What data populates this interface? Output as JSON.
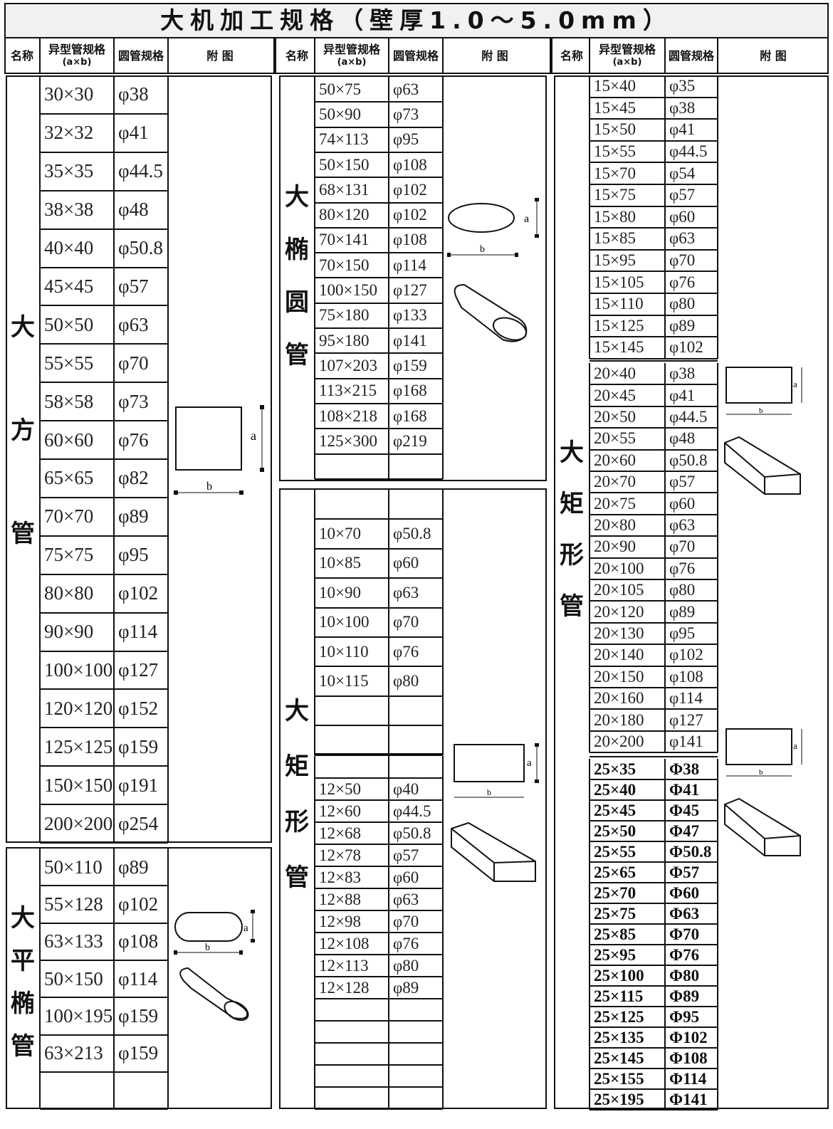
{
  "title": "大机加工规格（壁厚1.0～5.0mm）",
  "headers": {
    "name": "名称",
    "spec": "异型管规格",
    "spec_sub": "(a×b)",
    "round": "圆管规格",
    "figure": "附 图"
  },
  "figure_labels": {
    "a": "a",
    "b": "b"
  },
  "sections": {
    "big_square": {
      "name": "大方管",
      "rows": [
        [
          "30×30",
          "φ38"
        ],
        [
          "32×32",
          "φ41"
        ],
        [
          "35×35",
          "φ44.5"
        ],
        [
          "38×38",
          "φ48"
        ],
        [
          "40×40",
          "φ50.8"
        ],
        [
          "45×45",
          "φ57"
        ],
        [
          "50×50",
          "φ63"
        ],
        [
          "55×55",
          "φ70"
        ],
        [
          "58×58",
          "φ73"
        ],
        [
          "60×60",
          "φ76"
        ],
        [
          "65×65",
          "φ82"
        ],
        [
          "70×70",
          "φ89"
        ],
        [
          "75×75",
          "φ95"
        ],
        [
          "80×80",
          "φ102"
        ],
        [
          "90×90",
          "φ114"
        ],
        [
          "100×100",
          "φ127"
        ],
        [
          "120×120",
          "φ152"
        ],
        [
          "125×125",
          "φ159"
        ],
        [
          "150×150",
          "φ191"
        ],
        [
          "200×200",
          "φ254"
        ]
      ]
    },
    "big_flat_oval": {
      "name": "大平椭管",
      "rows": [
        [
          "50×110",
          "φ89"
        ],
        [
          "55×128",
          "φ102"
        ],
        [
          "63×133",
          "φ108"
        ],
        [
          "50×150",
          "φ114"
        ],
        [
          "100×195",
          "φ159"
        ],
        [
          "63×213",
          "φ159"
        ],
        [
          "",
          ""
        ]
      ]
    },
    "big_ellipse": {
      "name": "大椭圆管",
      "rows": [
        [
          "50×75",
          "φ63"
        ],
        [
          "50×90",
          "φ73"
        ],
        [
          "74×113",
          "φ95"
        ],
        [
          "50×150",
          "φ108"
        ],
        [
          "68×131",
          "φ102"
        ],
        [
          "80×120",
          "φ102"
        ],
        [
          "70×141",
          "φ108"
        ],
        [
          "70×150",
          "φ114"
        ],
        [
          "100×150",
          "φ127"
        ],
        [
          "75×180",
          "φ133"
        ],
        [
          "95×180",
          "φ141"
        ],
        [
          "107×203",
          "φ159"
        ],
        [
          "113×215",
          "φ168"
        ],
        [
          "108×218",
          "φ168"
        ],
        [
          "125×300",
          "φ219"
        ],
        [
          "",
          ""
        ]
      ]
    },
    "big_rect_mid": {
      "name": "大矩形管",
      "rows_top": [
        [
          "",
          ""
        ],
        [
          "10×70",
          "φ50.8"
        ],
        [
          "10×85",
          "φ60"
        ],
        [
          "10×90",
          "φ63"
        ],
        [
          "10×100",
          "φ70"
        ],
        [
          "10×110",
          "φ76"
        ],
        [
          "10×115",
          "φ80"
        ],
        [
          "",
          ""
        ],
        [
          "",
          ""
        ]
      ],
      "rows_bottom": [
        [
          "",
          ""
        ],
        [
          "12×50",
          "φ40"
        ],
        [
          "12×60",
          "φ44.5"
        ],
        [
          "12×68",
          "φ50.8"
        ],
        [
          "12×78",
          "φ57"
        ],
        [
          "12×83",
          "φ60"
        ],
        [
          "12×88",
          "φ63"
        ],
        [
          "12×98",
          "φ70"
        ],
        [
          "12×108",
          "φ76"
        ],
        [
          "12×113",
          "φ80"
        ],
        [
          "12×128",
          "φ89"
        ],
        [
          "",
          ""
        ],
        [
          "",
          ""
        ],
        [
          "",
          ""
        ],
        [
          "",
          ""
        ],
        [
          "",
          ""
        ]
      ]
    },
    "big_rect_right": {
      "name": "大矩形管",
      "group15": [
        [
          "15×40",
          "φ35"
        ],
        [
          "15×45",
          "φ38"
        ],
        [
          "15×50",
          "φ41"
        ],
        [
          "15×55",
          "φ44.5"
        ],
        [
          "15×70",
          "φ54"
        ],
        [
          "15×75",
          "φ57"
        ],
        [
          "15×80",
          "φ60"
        ],
        [
          "15×85",
          "φ63"
        ],
        [
          "15×95",
          "φ70"
        ],
        [
          "15×105",
          "φ76"
        ],
        [
          "15×110",
          "φ80"
        ],
        [
          "15×125",
          "φ89"
        ],
        [
          "15×145",
          "φ102"
        ]
      ],
      "group20": [
        [
          "20×40",
          "φ38"
        ],
        [
          "20×45",
          "φ41"
        ],
        [
          "20×50",
          "φ44.5"
        ],
        [
          "20×55",
          "φ48"
        ],
        [
          "20×60",
          "φ50.8"
        ],
        [
          "20×70",
          "φ57"
        ],
        [
          "20×75",
          "φ60"
        ],
        [
          "20×80",
          "φ63"
        ],
        [
          "20×90",
          "φ70"
        ],
        [
          "20×100",
          "φ76"
        ],
        [
          "20×105",
          "φ80"
        ],
        [
          "20×120",
          "φ89"
        ],
        [
          "20×130",
          "φ95"
        ],
        [
          "20×140",
          "φ102"
        ],
        [
          "20×150",
          "φ108"
        ],
        [
          "20×160",
          "φ114"
        ],
        [
          "20×180",
          "φ127"
        ],
        [
          "20×200",
          "φ141"
        ]
      ],
      "group25": [
        [
          "25×35",
          "Φ38"
        ],
        [
          "25×40",
          "Φ41"
        ],
        [
          "25×45",
          "Φ45"
        ],
        [
          "25×50",
          "Φ47"
        ],
        [
          "25×55",
          "Φ50.8"
        ],
        [
          "25×65",
          "Φ57"
        ],
        [
          "25×70",
          "Φ60"
        ],
        [
          "25×75",
          "Φ63"
        ],
        [
          "25×85",
          "Φ70"
        ],
        [
          "25×95",
          "Φ76"
        ],
        [
          "25×100",
          "Φ80"
        ],
        [
          "25×115",
          "Φ89"
        ],
        [
          "25×125",
          "Φ95"
        ],
        [
          "25×135",
          "Φ102"
        ],
        [
          "25×145",
          "Φ108"
        ],
        [
          "25×155",
          "Φ114"
        ],
        [
          "25×195",
          "Φ141"
        ]
      ]
    }
  }
}
